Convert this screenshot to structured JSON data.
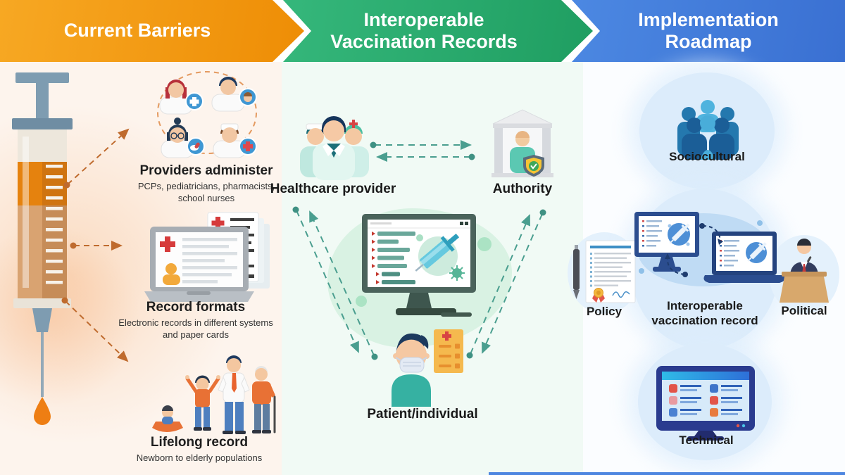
{
  "title": "Interoperable Vaccination Records infographic",
  "colors": {
    "banner_orange": "#EE8D05",
    "banner_green": "#1F9E61",
    "banner_blue": "#3A70D2",
    "arrow_orange": "#BF6B2E",
    "arrow_teal": "#4A9E8F",
    "panel_left_bg": "#FDF4ED",
    "panel_mid_bg": "#F1FAF5",
    "ellipse_blue": "#DCECFB"
  },
  "header": {
    "sections": [
      {
        "label": "Current Barriers"
      },
      {
        "label": "Interoperable\nVaccination Records"
      },
      {
        "label": "Implementation\nRoadmap"
      }
    ]
  },
  "barriers": {
    "panel_icon": "syringe-icon",
    "items": [
      {
        "title": "Providers administer",
        "subtitle": "PCPs, pediatricians, pharmacists,\nschool nurses",
        "icon": "providers-group-icon"
      },
      {
        "title": "Record formats",
        "subtitle": "Electronic records in different systems\nand paper cards",
        "icon": "laptop-records-icon"
      },
      {
        "title": "Lifelong record",
        "subtitle": "Newborn to elderly populations",
        "icon": "age-progression-icon"
      }
    ]
  },
  "network": {
    "center_icon": "vaccination-record-monitor-icon",
    "nodes": [
      {
        "label": "Healthcare provider",
        "icon": "medical-team-icon"
      },
      {
        "label": "Authority",
        "icon": "authority-building-icon"
      },
      {
        "label": "Patient/individual",
        "icon": "masked-patient-icon"
      }
    ]
  },
  "roadmap": {
    "items": [
      {
        "label": "Sociocultural",
        "icon": "people-group-icon"
      },
      {
        "label": "Policy",
        "icon": "policy-document-icon"
      },
      {
        "label": "Interoperable\nvaccination record",
        "icon": "connected-computers-icon"
      },
      {
        "label": "Political",
        "icon": "podium-speaker-icon"
      },
      {
        "label": "Technical",
        "icon": "technical-monitor-icon"
      }
    ]
  }
}
